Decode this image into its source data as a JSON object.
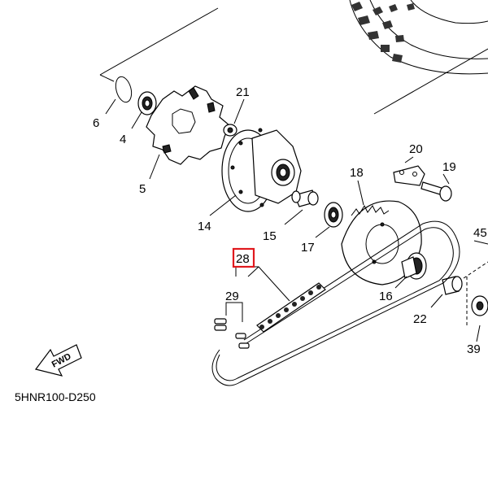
{
  "diagram_code": "5HNR100-D250",
  "fwd_label": "FWD",
  "highlight_color": "#e0191e",
  "parts": [
    {
      "id": "p6",
      "label": "6",
      "highlighted": false
    },
    {
      "id": "p4",
      "label": "4",
      "highlighted": false
    },
    {
      "id": "p5",
      "label": "5",
      "highlighted": false
    },
    {
      "id": "p21",
      "label": "21",
      "highlighted": false
    },
    {
      "id": "p14",
      "label": "14",
      "highlighted": false
    },
    {
      "id": "p15",
      "label": "15",
      "highlighted": false
    },
    {
      "id": "p17",
      "label": "17",
      "highlighted": false
    },
    {
      "id": "p18",
      "label": "18",
      "highlighted": false
    },
    {
      "id": "p20",
      "label": "20",
      "highlighted": false
    },
    {
      "id": "p19",
      "label": "19",
      "highlighted": false
    },
    {
      "id": "p28",
      "label": "28",
      "highlighted": true
    },
    {
      "id": "p29",
      "label": "29",
      "highlighted": false
    },
    {
      "id": "p16",
      "label": "16",
      "highlighted": false
    },
    {
      "id": "p22",
      "label": "22",
      "highlighted": false
    },
    {
      "id": "p45",
      "label": "45",
      "highlighted": false
    },
    {
      "id": "p39",
      "label": "39",
      "highlighted": false
    }
  ]
}
